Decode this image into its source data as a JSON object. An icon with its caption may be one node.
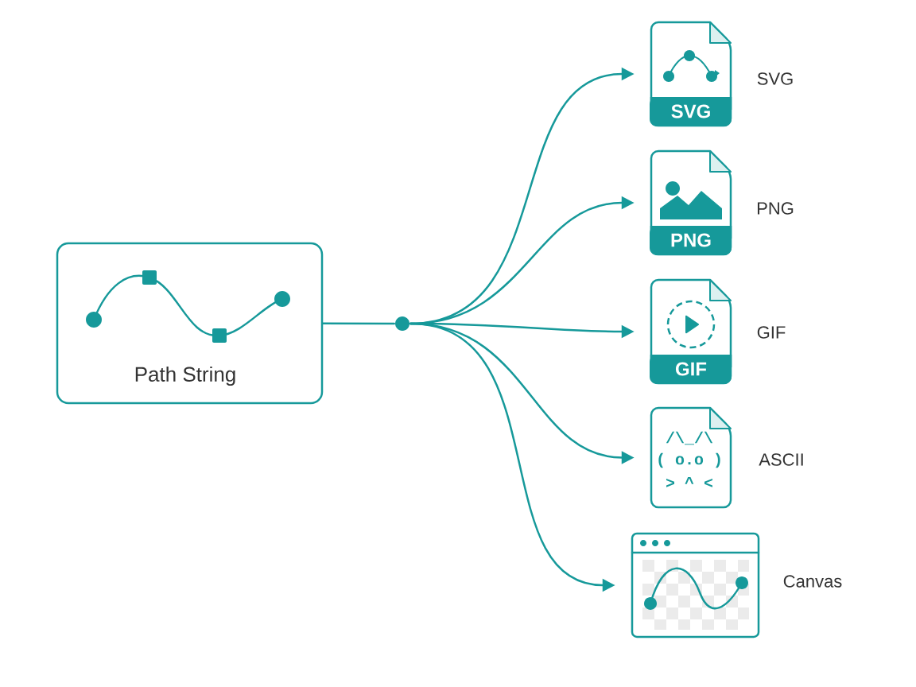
{
  "diagram": {
    "nodes": [
      {
        "text": [
          "Path String"
        ]
      },
      {
        "text": [],
        "shape": "circle"
      },
      {
        "text": [
          "SVG"
        ],
        "beside": [
          "SVG"
        ]
      },
      {
        "text": [
          "PNG"
        ],
        "beside": [
          "PNG"
        ]
      },
      {
        "text": [
          "GIF"
        ],
        "beside": [
          "GIF"
        ]
      },
      {
        "text": [
          "/\\_/\\",
          "( o.o )",
          "> ^ <"
        ],
        "beside": [
          "ASCII"
        ]
      },
      {
        "text": [],
        "shape": "picture",
        "beside": [
          "Canvas"
        ]
      }
    ],
    "edges": [
      {
        "from": 0,
        "to": 1,
        "arrow": "none"
      },
      {
        "from": 1,
        "to": 2,
        "arrow": "to"
      },
      {
        "from": 1,
        "to": 3,
        "arrow": "to"
      },
      {
        "from": 1,
        "to": 4,
        "arrow": "to"
      },
      {
        "from": 1,
        "to": 5,
        "arrow": "to"
      },
      {
        "from": 1,
        "to": 6,
        "arrow": "to"
      }
    ]
  }
}
